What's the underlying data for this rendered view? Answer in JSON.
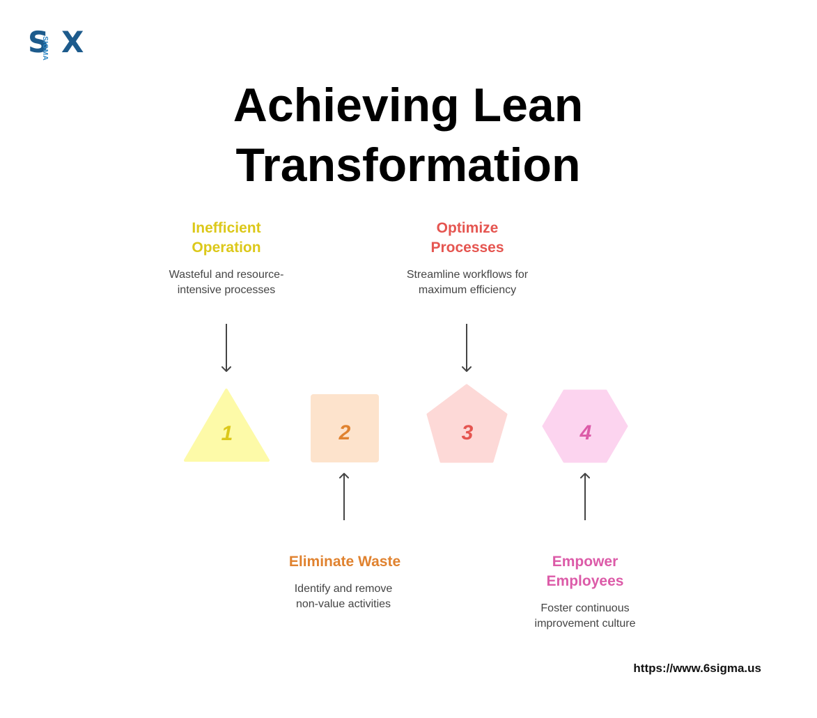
{
  "logo": {
    "s": "S",
    "x": "X",
    "sub": "SIGMA"
  },
  "title": {
    "line1": "Achieving Lean",
    "line2": "Transformation"
  },
  "steps": [
    {
      "number": "1",
      "heading_line1": "Inefficient",
      "heading_line2": "Operation",
      "desc_line1": "Wasteful and resource-",
      "desc_line2": "intensive processes",
      "shape": "triangle",
      "fill_color": "#fdfaa8",
      "text_color": "#dcc81a"
    },
    {
      "number": "2",
      "heading_line1": "Eliminate Waste",
      "heading_line2": "",
      "desc_line1": "Identify and remove",
      "desc_line2": "non-value activities",
      "shape": "square",
      "fill_color": "#fde3cc",
      "text_color": "#e0822f"
    },
    {
      "number": "3",
      "heading_line1": "Optimize",
      "heading_line2": "Processes",
      "desc_line1": "Streamline workflows for",
      "desc_line2": "maximum efficiency",
      "shape": "pentagon",
      "fill_color": "#fdd9d7",
      "text_color": "#e55550"
    },
    {
      "number": "4",
      "heading_line1": "Empower",
      "heading_line2": "Employees",
      "desc_line1": "Foster continuous",
      "desc_line2": "improvement culture",
      "shape": "hexagon",
      "fill_color": "#fcd4ef",
      "text_color": "#dc5ba8"
    }
  ],
  "footer": {
    "url": "https://www.6sigma.us"
  },
  "colors": {
    "logo_dark": "#1d5b8c",
    "logo_light": "#2d86c4",
    "arrow": "#444444",
    "title": "#000000"
  }
}
